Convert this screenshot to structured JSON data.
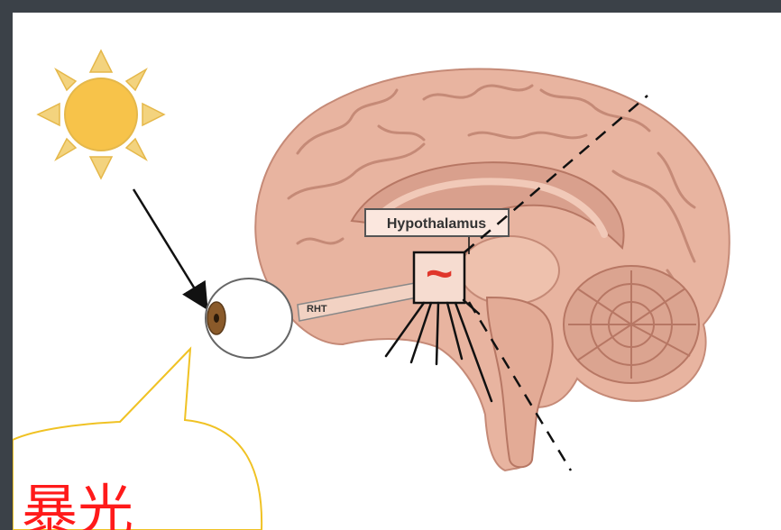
{
  "labels": {
    "hypothalamus": "Hypothalamus",
    "rht": "RHT",
    "tilde": "~",
    "callout": "暴光"
  },
  "colors": {
    "frame": "#3b4148",
    "sun_fill": "#f7c34a",
    "sun_rays": "#f3d37e",
    "callout_stroke": "#f0c224",
    "callout_text": "#ff1a1a",
    "brain": "#e8b4a0",
    "brain_dark": "#c58a77",
    "tilde": "#e0362b"
  },
  "icons": {
    "sun": "sun-icon",
    "eye": "eye-icon"
  }
}
